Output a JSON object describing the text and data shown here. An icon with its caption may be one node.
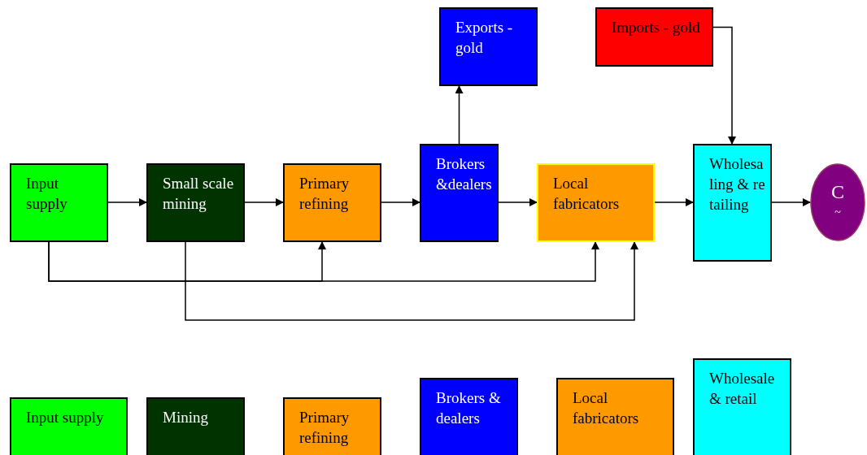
{
  "diagram": {
    "nodes": [
      {
        "text": [
          "Exports - gold"
        ]
      },
      {
        "text": [
          "Imports - gold"
        ]
      },
      {
        "text": [
          "Input supply"
        ]
      },
      {
        "text": [
          "Small scale mining"
        ]
      },
      {
        "text": [
          "Primary refining"
        ]
      },
      {
        "text": [
          "Brokers &dealers"
        ]
      },
      {
        "text": [
          "Local fabricators"
        ]
      },
      {
        "text": [
          "Wholesaling & retailing"
        ]
      },
      {
        "text": [
          "C",
          "~"
        ]
      },
      {
        "text": [
          "Input supply"
        ]
      },
      {
        "text": [
          "Mining"
        ]
      },
      {
        "text": [
          "Primary refining"
        ]
      },
      {
        "text": [
          "Brokers & dealers"
        ]
      },
      {
        "text": [
          "Local fabricators"
        ]
      },
      {
        "text": [
          "Wholesale & retail"
        ]
      }
    ],
    "edges": [
      {
        "from": 2,
        "to": 3,
        "arrow": "to"
      },
      {
        "from": 3,
        "to": 4,
        "arrow": "to"
      },
      {
        "from": 4,
        "to": 5,
        "arrow": "to"
      },
      {
        "from": 5,
        "to": 6,
        "arrow": "to"
      },
      {
        "from": 6,
        "to": 7,
        "arrow": "to"
      },
      {
        "from": 7,
        "to": 8,
        "arrow": "to"
      },
      {
        "from": 5,
        "to": 0,
        "arrow": "to"
      },
      {
        "from": 1,
        "to": 7,
        "arrow": "to"
      },
      {
        "from": 2,
        "to": 4,
        "arrow": "to"
      },
      {
        "from": 2,
        "to": 6,
        "arrow": "to"
      },
      {
        "from": 3,
        "to": 6,
        "arrow": "to"
      }
    ]
  }
}
